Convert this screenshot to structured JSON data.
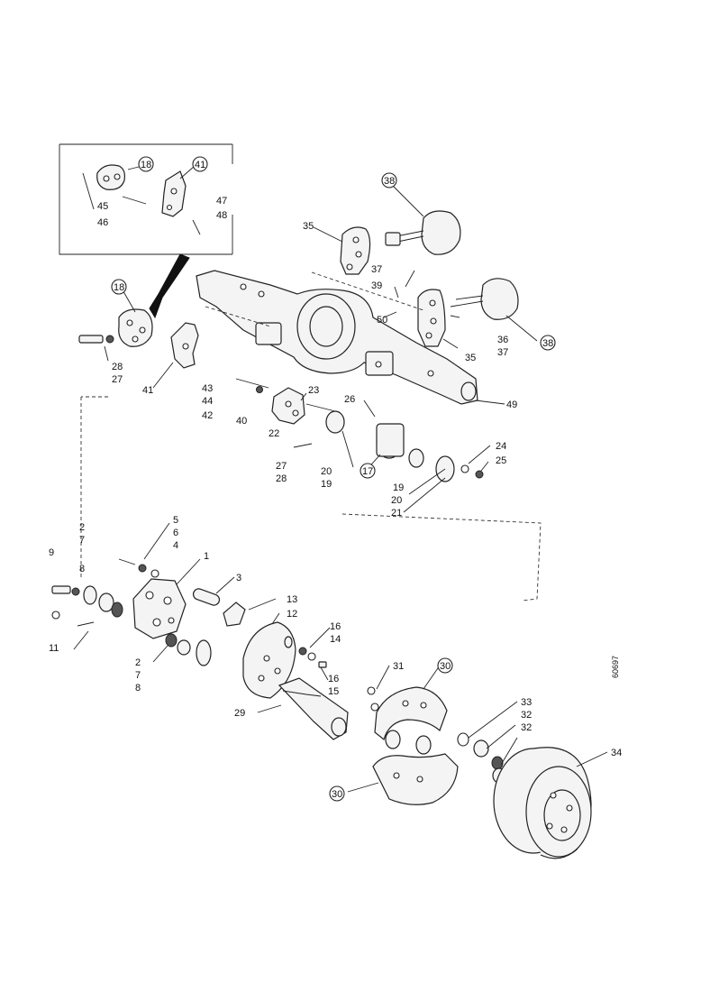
{
  "diagram": {
    "part_ref_code": "60697",
    "callouts": {
      "c18_inset": "18",
      "c41_inset": "41",
      "c45": "45",
      "c46": "46",
      "c47": "47",
      "c48": "48",
      "c38_top": "38",
      "c35_top": "35",
      "c37_a": "37",
      "c39": "39",
      "c50": "50",
      "c36": "36",
      "c37_b": "37",
      "c35_right": "35",
      "c38_right": "38",
      "c18": "18",
      "c28_left": "28",
      "c27_left": "27",
      "c41": "41",
      "c43": "43",
      "c44": "44",
      "c42": "42",
      "c40": "40",
      "c23": "23",
      "c22": "22",
      "c26": "26",
      "c49": "49",
      "c27_mid": "27",
      "c28_mid": "28",
      "c20_mid": "20",
      "c19_mid": "19",
      "c17": "17",
      "c19_right": "19",
      "c20_right": "20",
      "c21_right": "21",
      "c24": "24",
      "c25": "25",
      "c9": "9",
      "c2_top": "2",
      "c7_top": "7",
      "c8_top": "8",
      "c5": "5",
      "c6": "6",
      "c4": "4",
      "c1": "1",
      "c3": "3",
      "c11": "11",
      "c2_bot": "2",
      "c7_bot": "7",
      "c8_bot": "8",
      "c13": "13",
      "c12": "12",
      "c16_top": "16",
      "c14": "14",
      "c16_bot": "16",
      "c15": "15",
      "c29": "29",
      "c31": "31",
      "c30_top": "30",
      "c33": "33",
      "c32_a": "32",
      "c32_b": "32",
      "c34": "34",
      "c30_bot": "30"
    }
  }
}
